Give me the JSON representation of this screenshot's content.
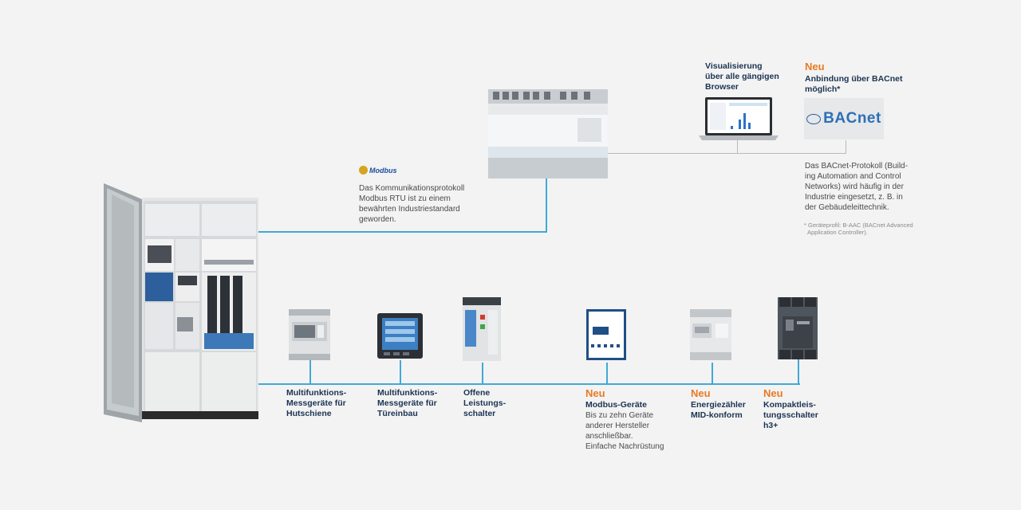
{
  "modbus": {
    "logo": "Modbus",
    "text": [
      "Das Kommunikationsprotokoll",
      "Modbus RTU ist zu einem",
      "bewährten Industriestandard",
      "geworden."
    ]
  },
  "visualisierung": {
    "lines": [
      "Visualisierung",
      "über alle gängigen",
      "Browser"
    ]
  },
  "bacnet": {
    "neu": "Neu",
    "title": [
      "Anbindung über BACnet",
      "möglich*"
    ],
    "logo": "BACnet",
    "text": [
      "Das BACnet-Protokoll (Build-",
      "ing Automation and Control",
      "Networks) wird häufig in der",
      "Industrie eingesetzt, z. B. in",
      "der Gebäudeleittechnik."
    ],
    "footnote": [
      "* Geräteprofil: B-AAC (BACnet Advanced",
      "Application Controller)."
    ]
  },
  "devices": [
    {
      "neu": "",
      "label": [
        "Multifunktions-",
        "Messgeräte für",
        "Hutschiene"
      ],
      "desc": []
    },
    {
      "neu": "",
      "label": [
        "Multifunktions-",
        "Messgeräte für",
        "Türeinbau"
      ],
      "desc": []
    },
    {
      "neu": "",
      "label": [
        "Offene",
        "Leistungs-",
        "schalter"
      ],
      "desc": []
    },
    {
      "neu": "Neu",
      "label": [
        "Modbus-Geräte"
      ],
      "desc": [
        "Bis zu zehn Geräte",
        "anderer Hersteller",
        "anschließbar.",
        "Einfache Nachrüstung"
      ]
    },
    {
      "neu": "Neu",
      "label": [
        "Energiezähler",
        "MID-konform"
      ],
      "desc": []
    },
    {
      "neu": "Neu",
      "label": [
        "Kompaktleis-",
        "tungsschalter",
        "h3+"
      ],
      "desc": []
    }
  ],
  "colors": {
    "wire": "#41a9d6",
    "gray_wire": "#b9b9b9",
    "accent": "#e87a22",
    "label": "#1b3352",
    "background": "#f3f3f3"
  }
}
